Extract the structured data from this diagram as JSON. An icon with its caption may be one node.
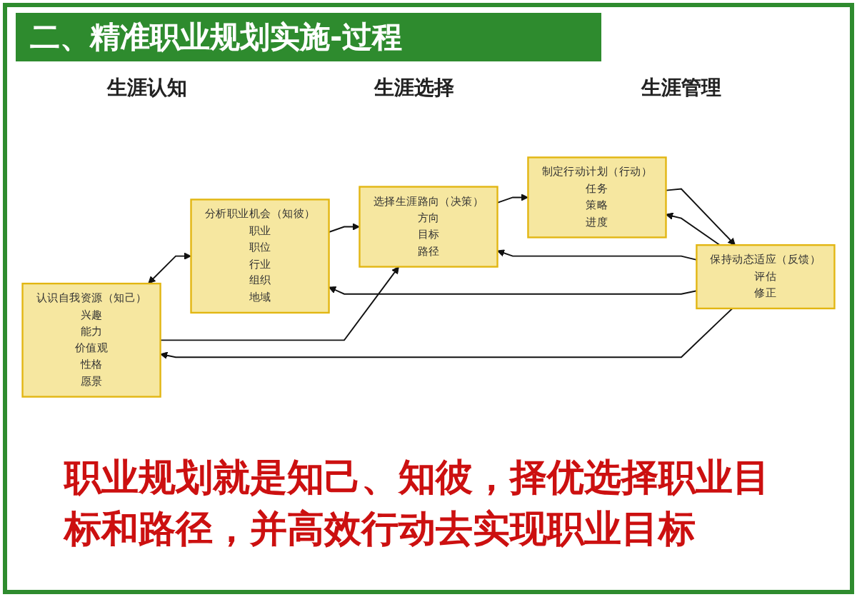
{
  "diagram": {
    "title": "二、精准职业规划实施-过程",
    "caption": "职业规划就是知己、知彼，择优选择职业目标和路径，并高效行动去实现职业目标",
    "nodes": [
      {
        "text": [
          "认识自我资源（知己）",
          "兴趣",
          "能力",
          "价值观",
          "性格",
          "愿景"
        ]
      },
      {
        "text": [
          "分析职业机会（知彼）",
          "职业",
          "职位",
          "行业",
          "组织",
          "地域"
        ]
      },
      {
        "text": [
          "选择生涯路向（决策）",
          "方向",
          "目标",
          "路径"
        ]
      },
      {
        "text": [
          "制定行动计划（行动）",
          "任务",
          "策略",
          "进度"
        ]
      },
      {
        "text": [
          "保持动态适应（反馈）",
          "评估",
          "修正"
        ]
      }
    ],
    "edges": [
      {
        "from": 0,
        "to": 1,
        "arrow": "both"
      },
      {
        "from": 0,
        "to": 2,
        "arrow": "to"
      },
      {
        "from": 1,
        "to": 2,
        "arrow": "to"
      },
      {
        "from": 2,
        "to": 3,
        "arrow": "to"
      },
      {
        "from": 3,
        "to": 4,
        "arrow": "to"
      },
      {
        "from": 4,
        "to": 2,
        "arrow": "to"
      },
      {
        "from": 4,
        "to": 3,
        "arrow": "to"
      },
      {
        "from": 4,
        "to": 0,
        "arrow": "to"
      },
      {
        "from": 4,
        "to": 1,
        "arrow": "to"
      }
    ],
    "labels": [
      "生涯认知",
      "生涯选择",
      "生涯管理"
    ]
  }
}
